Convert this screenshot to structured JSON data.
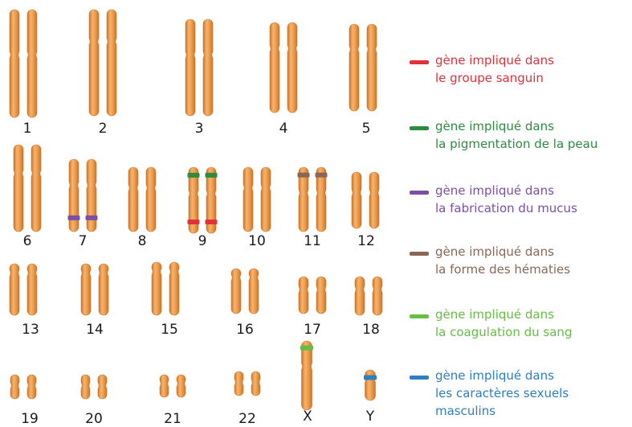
{
  "colors": {
    "chromosome": "#f0a050",
    "chromosome_dark": "#c9752a",
    "number_text": "#1a1a1a"
  },
  "chromosomes": [
    {
      "label": "1",
      "size": "large",
      "markers": []
    },
    {
      "label": "2",
      "size": "large",
      "markers": []
    },
    {
      "label": "3",
      "size": "large",
      "markers": []
    },
    {
      "label": "4",
      "size": "large",
      "markers": []
    },
    {
      "label": "5",
      "size": "large",
      "markers": []
    },
    {
      "label": "6",
      "size": "medium",
      "markers": []
    },
    {
      "label": "7",
      "size": "medium",
      "markers": [
        "mucus"
      ]
    },
    {
      "label": "8",
      "size": "medium",
      "markers": []
    },
    {
      "label": "9",
      "size": "medium",
      "markers": [
        "peau",
        "sang_groupe"
      ]
    },
    {
      "label": "10",
      "size": "medium",
      "markers": []
    },
    {
      "label": "11",
      "size": "medium",
      "markers": [
        "hematies"
      ]
    },
    {
      "label": "12",
      "size": "medium",
      "markers": []
    },
    {
      "label": "13",
      "size": "small",
      "markers": []
    },
    {
      "label": "14",
      "size": "small",
      "markers": []
    },
    {
      "label": "15",
      "size": "small",
      "markers": []
    },
    {
      "label": "16",
      "size": "small",
      "markers": []
    },
    {
      "label": "17",
      "size": "small",
      "markers": []
    },
    {
      "label": "18",
      "size": "small",
      "markers": []
    },
    {
      "label": "19",
      "size": "tiny",
      "markers": []
    },
    {
      "label": "20",
      "size": "tiny",
      "markers": []
    },
    {
      "label": "21",
      "size": "tiny",
      "markers": []
    },
    {
      "label": "22",
      "size": "tiny",
      "markers": []
    },
    {
      "label": "X",
      "size": "sex",
      "markers": [
        "coagulation"
      ]
    },
    {
      "label": "Y",
      "size": "sex",
      "markers": [
        "sexuels"
      ]
    }
  ],
  "legend": [
    {
      "id": "sang_groupe",
      "color": "#e0313b",
      "lines": [
        "gène impliqué dans",
        "le groupe sanguin"
      ]
    },
    {
      "id": "peau",
      "color": "#2e8b3e",
      "lines": [
        "gène impliqué dans",
        "la pigmentation de la peau"
      ]
    },
    {
      "id": "mucus",
      "color": "#7b4fa6",
      "lines": [
        "gène impliqué dans",
        "la fabrication du mucus"
      ]
    },
    {
      "id": "hematies",
      "color": "#8a6656",
      "lines": [
        "gène impliqué dans",
        "la forme des hématies"
      ]
    },
    {
      "id": "coagulation",
      "color": "#66bd45",
      "lines": [
        "gène impliqué dans",
        "la coagulation du sang"
      ]
    },
    {
      "id": "sexuels",
      "color": "#2b7fc2",
      "lines": [
        "gène impliqué dans",
        "les caractères sexuels",
        "masculins"
      ]
    }
  ]
}
